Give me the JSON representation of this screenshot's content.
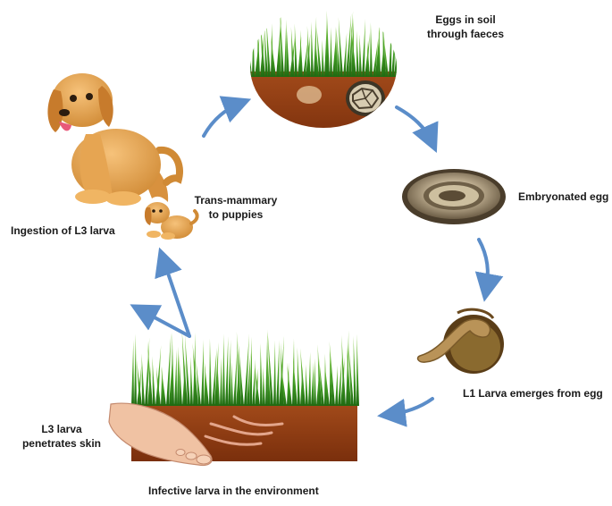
{
  "diagram": {
    "stages": [
      {
        "id": "eggs",
        "label_lines": [
          "Eggs in soil",
          "through faeces"
        ]
      },
      {
        "id": "embryonated",
        "label_lines": [
          "Embryonated egg"
        ]
      },
      {
        "id": "l1",
        "label_lines": [
          "L1 Larva emerges from egg"
        ]
      },
      {
        "id": "environment",
        "label_lines": [
          "Infective larva in the environment"
        ]
      },
      {
        "id": "skin",
        "label_lines": [
          "L3 larva",
          "penetrates skin"
        ]
      },
      {
        "id": "ingestion",
        "label_lines": [
          "Ingestion of L3 larva"
        ]
      },
      {
        "id": "transmammary",
        "label_lines": [
          "Trans-mammary",
          "to puppies"
        ]
      }
    ],
    "colors": {
      "arrow": "#5b8dc9",
      "grass": "#3f9a22",
      "soil": "#8b3a13",
      "dog": "#e0a04a",
      "egg": "#8a7a62",
      "larva": "#a88550"
    },
    "icons": [
      "dog-icon",
      "puppy-icon",
      "foot-icon",
      "egg-icon",
      "larva-icon"
    ]
  }
}
